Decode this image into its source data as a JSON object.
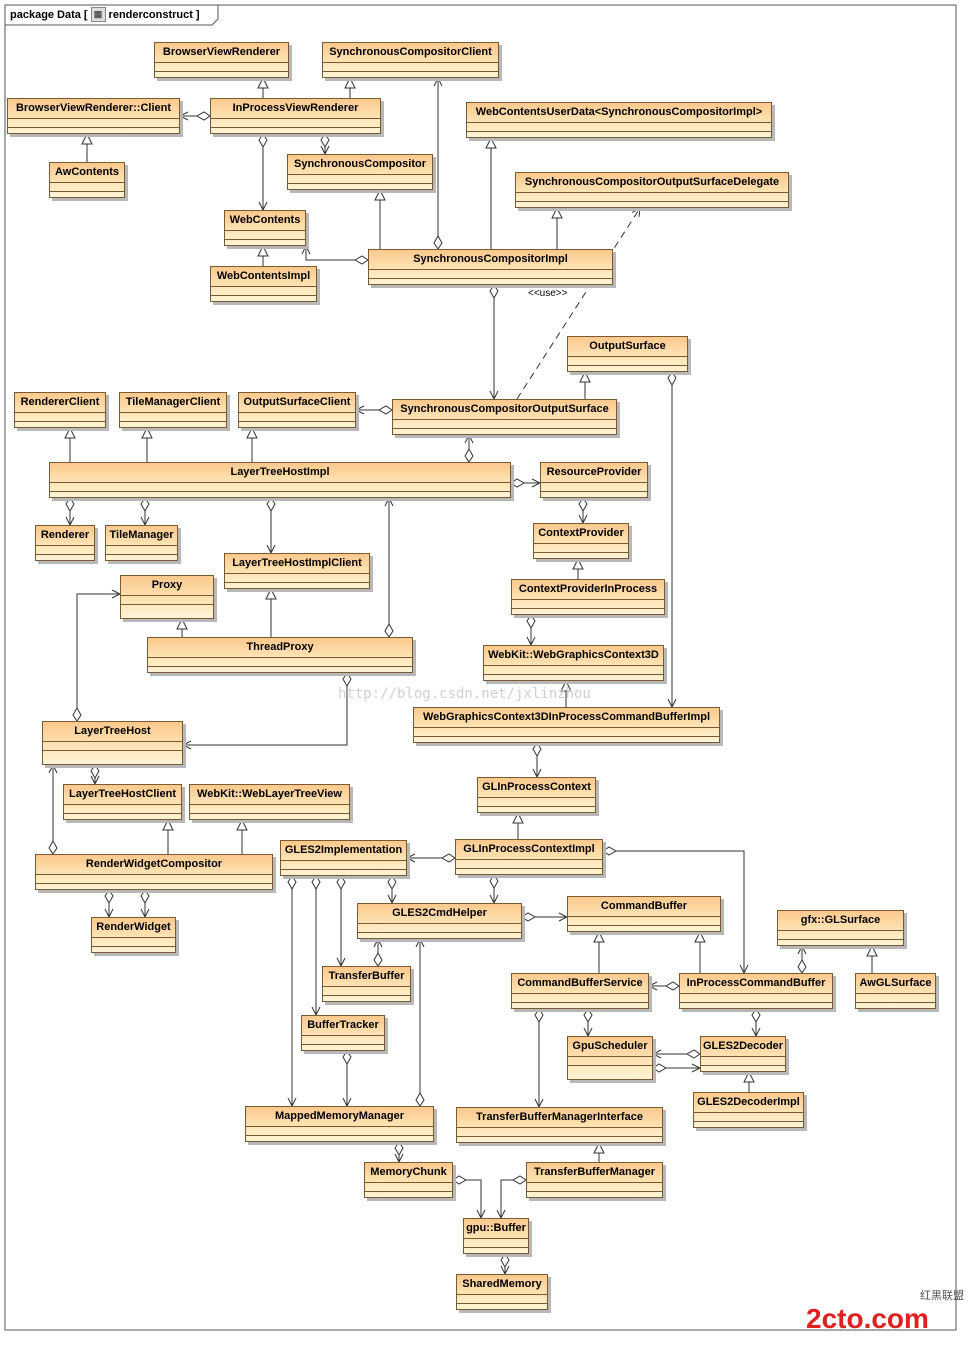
{
  "frame": {
    "keyword": "package",
    "name": "Data",
    "diagram": "renderconstruct",
    "icon": "package-diagram-icon"
  },
  "classes": [
    "BrowserViewRenderer",
    "SynchronousCompositorClient",
    "BrowserViewRenderer::Client",
    "InProcessViewRenderer",
    "WebContentsUserData<SynchronousCompositorImpl>",
    "AwContents",
    "SynchronousCompositor",
    "SynchronousCompositorOutputSurfaceDelegate",
    "WebContents",
    "SynchronousCompositorImpl",
    "WebContentsImpl",
    "OutputSurface",
    "RendererClient",
    "TileManagerClient",
    "OutputSurfaceClient",
    "SynchronousCompositorOutputSurface",
    "LayerTreeHostImpl",
    "ResourceProvider",
    "Renderer",
    "TileManager",
    "ContextProvider",
    "LayerTreeHostImplClient",
    "Proxy",
    "ContextProviderInProcess",
    "ThreadProxy",
    "WebKit::WebGraphicsContext3D",
    "WebGraphicsContext3DInProcessCommandBufferImpl",
    "LayerTreeHost",
    "GLInProcessContext",
    "LayerTreeHostClient",
    "WebKit::WebLayerTreeView",
    "GLES2Implementation",
    "GLInProcessContextImpl",
    "RenderWidgetCompositor",
    "GLES2CmdHelper",
    "CommandBuffer",
    "gfx::GLSurface",
    "RenderWidget",
    "TransferBuffer",
    "CommandBufferService",
    "InProcessCommandBuffer",
    "AwGLSurface",
    "BufferTracker",
    "GpuScheduler",
    "GLES2Decoder",
    "GLES2DecoderImpl",
    "MappedMemoryManager",
    "TransferBufferManagerInterface",
    "MemoryChunk",
    "TransferBufferManager",
    "gpu::Buffer",
    "SharedMemory"
  ],
  "stereotype_use": "<<use>>",
  "watermark": "http://blog.csdn.net/jxlinzhou",
  "logo": {
    "text": "2cto.com",
    "subtitle": "红黑联盟"
  }
}
